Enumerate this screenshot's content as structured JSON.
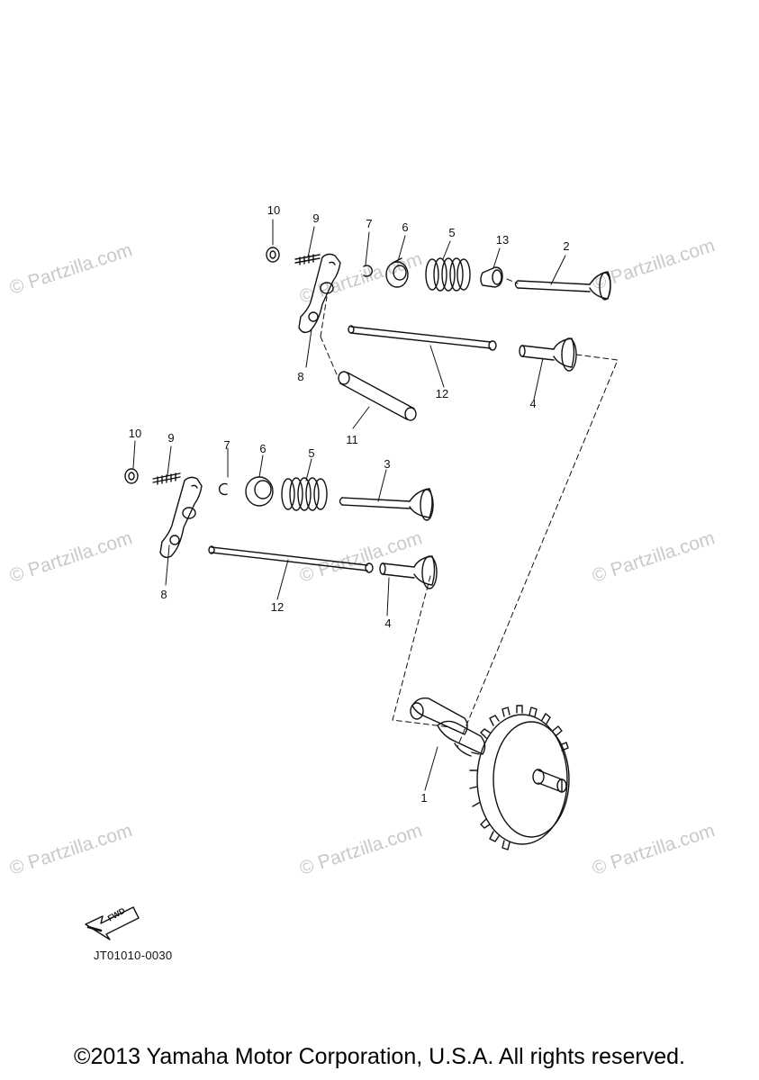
{
  "watermark_text": "© Partzilla.com",
  "callouts": {
    "upper": {
      "n10": "10",
      "n9": "9",
      "n7": "7",
      "n6": "6",
      "n5": "5",
      "n13": "13",
      "n2": "2",
      "n8": "8",
      "n12": "12",
      "n4": "4",
      "n11": "11"
    },
    "lower": {
      "n10": "10",
      "n9": "9",
      "n7": "7",
      "n6": "6",
      "n5": "5",
      "n3": "3",
      "n8": "8",
      "n12": "12",
      "n4": "4",
      "n1": "1"
    }
  },
  "fwd_label": "FWD",
  "reference_code": "JT01010-0030",
  "copyright": "©2013 Yamaha Motor Corporation, U.S.A. All rights reserved."
}
